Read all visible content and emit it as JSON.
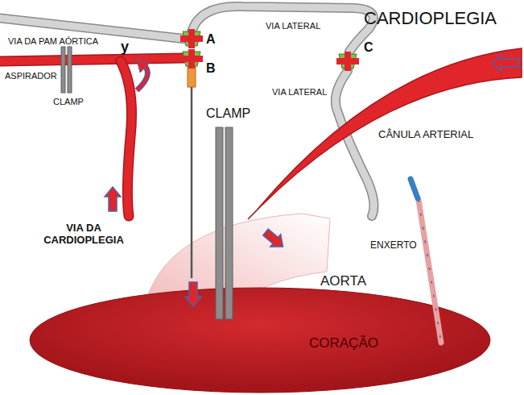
{
  "diagram": {
    "title": "CARDIOPLEGIA",
    "nodes": [
      {
        "text": [
          "AORTA"
        ]
      },
      {
        "text": [
          "CORAÇÃO"
        ]
      }
    ],
    "labels": [
      "VIA DA PAM AÓRTICA",
      "VIA LATERAL",
      "A",
      "B",
      "C",
      "y",
      "ASPIRADOR",
      "CLAMP",
      "VIA LATERAL",
      "CLAMP",
      "CÂNULA ARTERIAL",
      "VIA DA CARDIOPLEGIA",
      "ENXERTO"
    ]
  }
}
